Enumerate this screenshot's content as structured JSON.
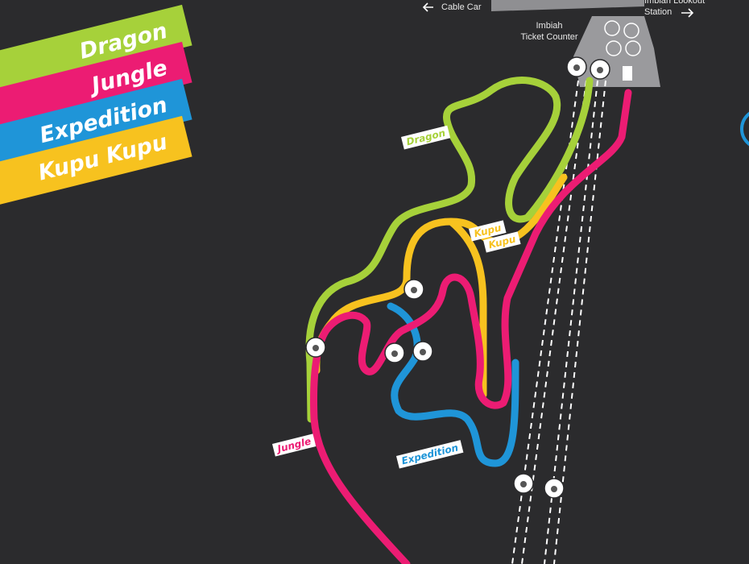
{
  "legend": {
    "dragon": "Dragon",
    "jungle": "Jungle",
    "expedition": "Expedition",
    "kupu_kupu": "Kupu Kupu"
  },
  "trail_labels": {
    "dragon": "Dragon",
    "kupu": "Kupu",
    "kupu2": "Kupu",
    "jungle": "Jungle",
    "expedition": "Expedition"
  },
  "places": {
    "cable_car": "Cable Car",
    "ticket_line1": "Imbiah",
    "ticket_line2": "Ticket Counter",
    "lookout_line1": "Imbiah Lookout",
    "lookout_line2": "Station"
  },
  "colors": {
    "dragon": "#a6d13a",
    "jungle": "#ec1c73",
    "expedition": "#1f95d8",
    "kupu_kupu": "#f7c21f",
    "background": "#2b2b2d"
  },
  "icons": [
    "arrow-left-icon",
    "arrow-right-icon",
    "camera-icon",
    "ticket-icon"
  ]
}
